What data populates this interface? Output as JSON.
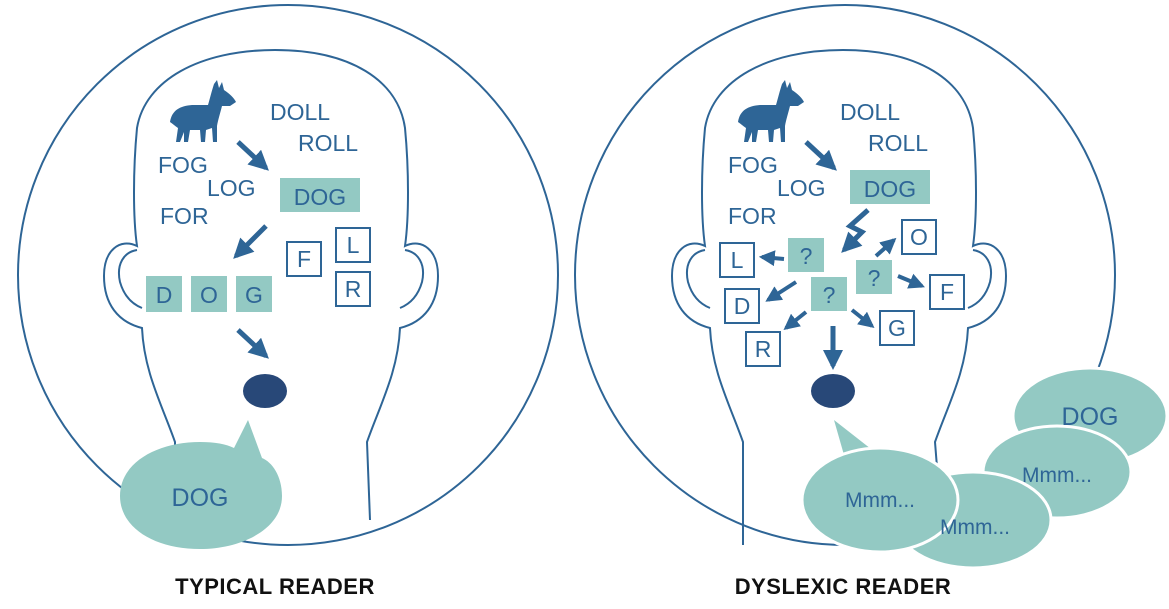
{
  "colors": {
    "line": "#2e6596",
    "teal": "#93c9c3",
    "mouth": "#284878",
    "caption": "#111111"
  },
  "typical": {
    "caption": "TYPICAL READER",
    "words": [
      "DOLL",
      "ROLL",
      "FOG",
      "LOG",
      "FOR"
    ],
    "target_word": "DOG",
    "letters": [
      "D",
      "O",
      "G"
    ],
    "distractor_letters": [
      "F",
      "L",
      "R"
    ],
    "speech": "DOG",
    "icons": [
      "wolf-icon"
    ]
  },
  "dyslexic": {
    "caption": "DYSLEXIC READER",
    "words": [
      "DOLL",
      "ROLL",
      "FOG",
      "LOG",
      "FOR"
    ],
    "target_word": "DOG",
    "unknown": [
      "?",
      "?",
      "?"
    ],
    "letters": [
      "O",
      "L",
      "F",
      "D",
      "G",
      "R"
    ],
    "speech": [
      "Mmm...",
      "Mmm...",
      "Mmm...",
      "DOG"
    ],
    "icons": [
      "wolf-icon",
      "lightning-icon"
    ]
  }
}
